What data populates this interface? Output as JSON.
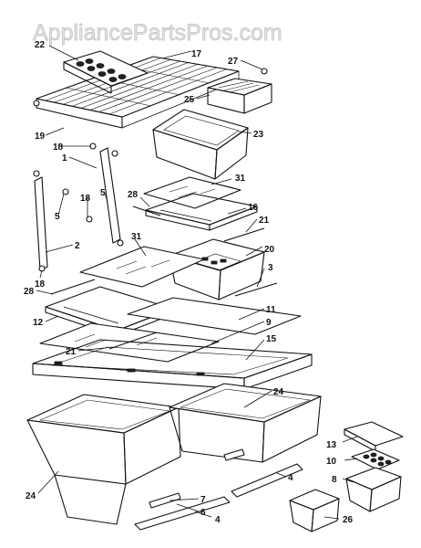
{
  "watermark": "AppliancePartsPros.com",
  "callouts": {
    "c22": "22",
    "c17": "17",
    "c27": "27",
    "c25": "25",
    "c23": "23",
    "c19": "19",
    "c18a": "18",
    "c1": "1",
    "c18b": "18",
    "c5a": "5",
    "c5b": "5",
    "c2": "2",
    "c18c": "18",
    "c28a": "28",
    "c31a": "31",
    "c16": "16",
    "c21a": "21",
    "c31b": "31",
    "c20": "20",
    "c3": "3",
    "c28b": "28",
    "c11": "11",
    "c12": "12",
    "c9": "9",
    "c21b": "21",
    "c15": "15",
    "c24a": "24",
    "c24b": "24",
    "c13": "13",
    "c10": "10",
    "c8": "8",
    "c7": "7",
    "c6": "6",
    "c4a": "4",
    "c4b": "4",
    "c26": "26"
  }
}
